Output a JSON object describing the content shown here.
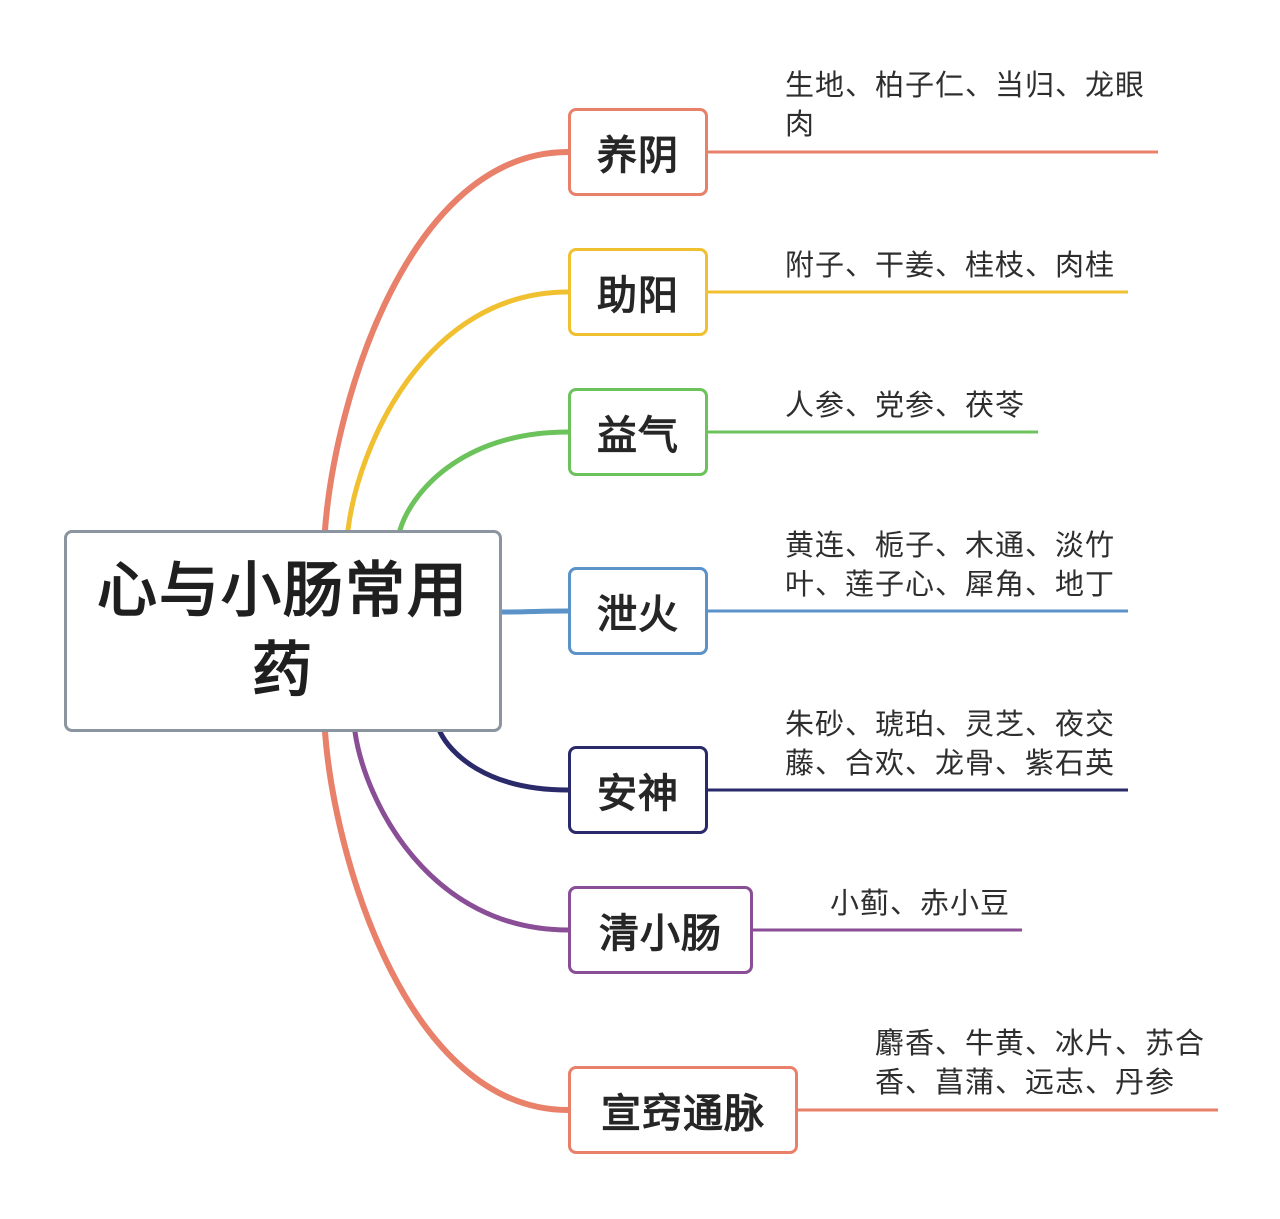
{
  "diagram": {
    "root": {
      "label": "心与小肠常用药",
      "color": "#8b959f"
    },
    "branches": [
      {
        "id": "yangyin",
        "label": "养阴",
        "color": "#e8806a",
        "leaf": "生地、柏子仁、当归、龙眼肉"
      },
      {
        "id": "zhuyang",
        "label": "助阳",
        "color": "#f0c030",
        "leaf": "附子、干姜、桂枝、肉桂"
      },
      {
        "id": "yiqi",
        "label": "益气",
        "color": "#6cc35c",
        "leaf": "人参、党参、茯苓"
      },
      {
        "id": "xiehuo",
        "label": "泄火",
        "color": "#5b92c8",
        "leaf": "黄连、栀子、木通、淡竹叶、莲子心、犀角、地丁"
      },
      {
        "id": "anshen",
        "label": "安神",
        "color": "#2a2a6a",
        "leaf": "朱砂、琥珀、灵芝、夜交藤、合欢、龙骨、紫石英"
      },
      {
        "id": "qingxiaochang",
        "label": "清小肠",
        "color": "#8a4e96",
        "leaf": "小蓟、赤小豆"
      },
      {
        "id": "xuanqiao",
        "label": "宣窍通脉",
        "color": "#e8806a",
        "leaf": "麝香、牛黄、冰片、苏合香、菖蒲、远志、丹参"
      }
    ]
  }
}
